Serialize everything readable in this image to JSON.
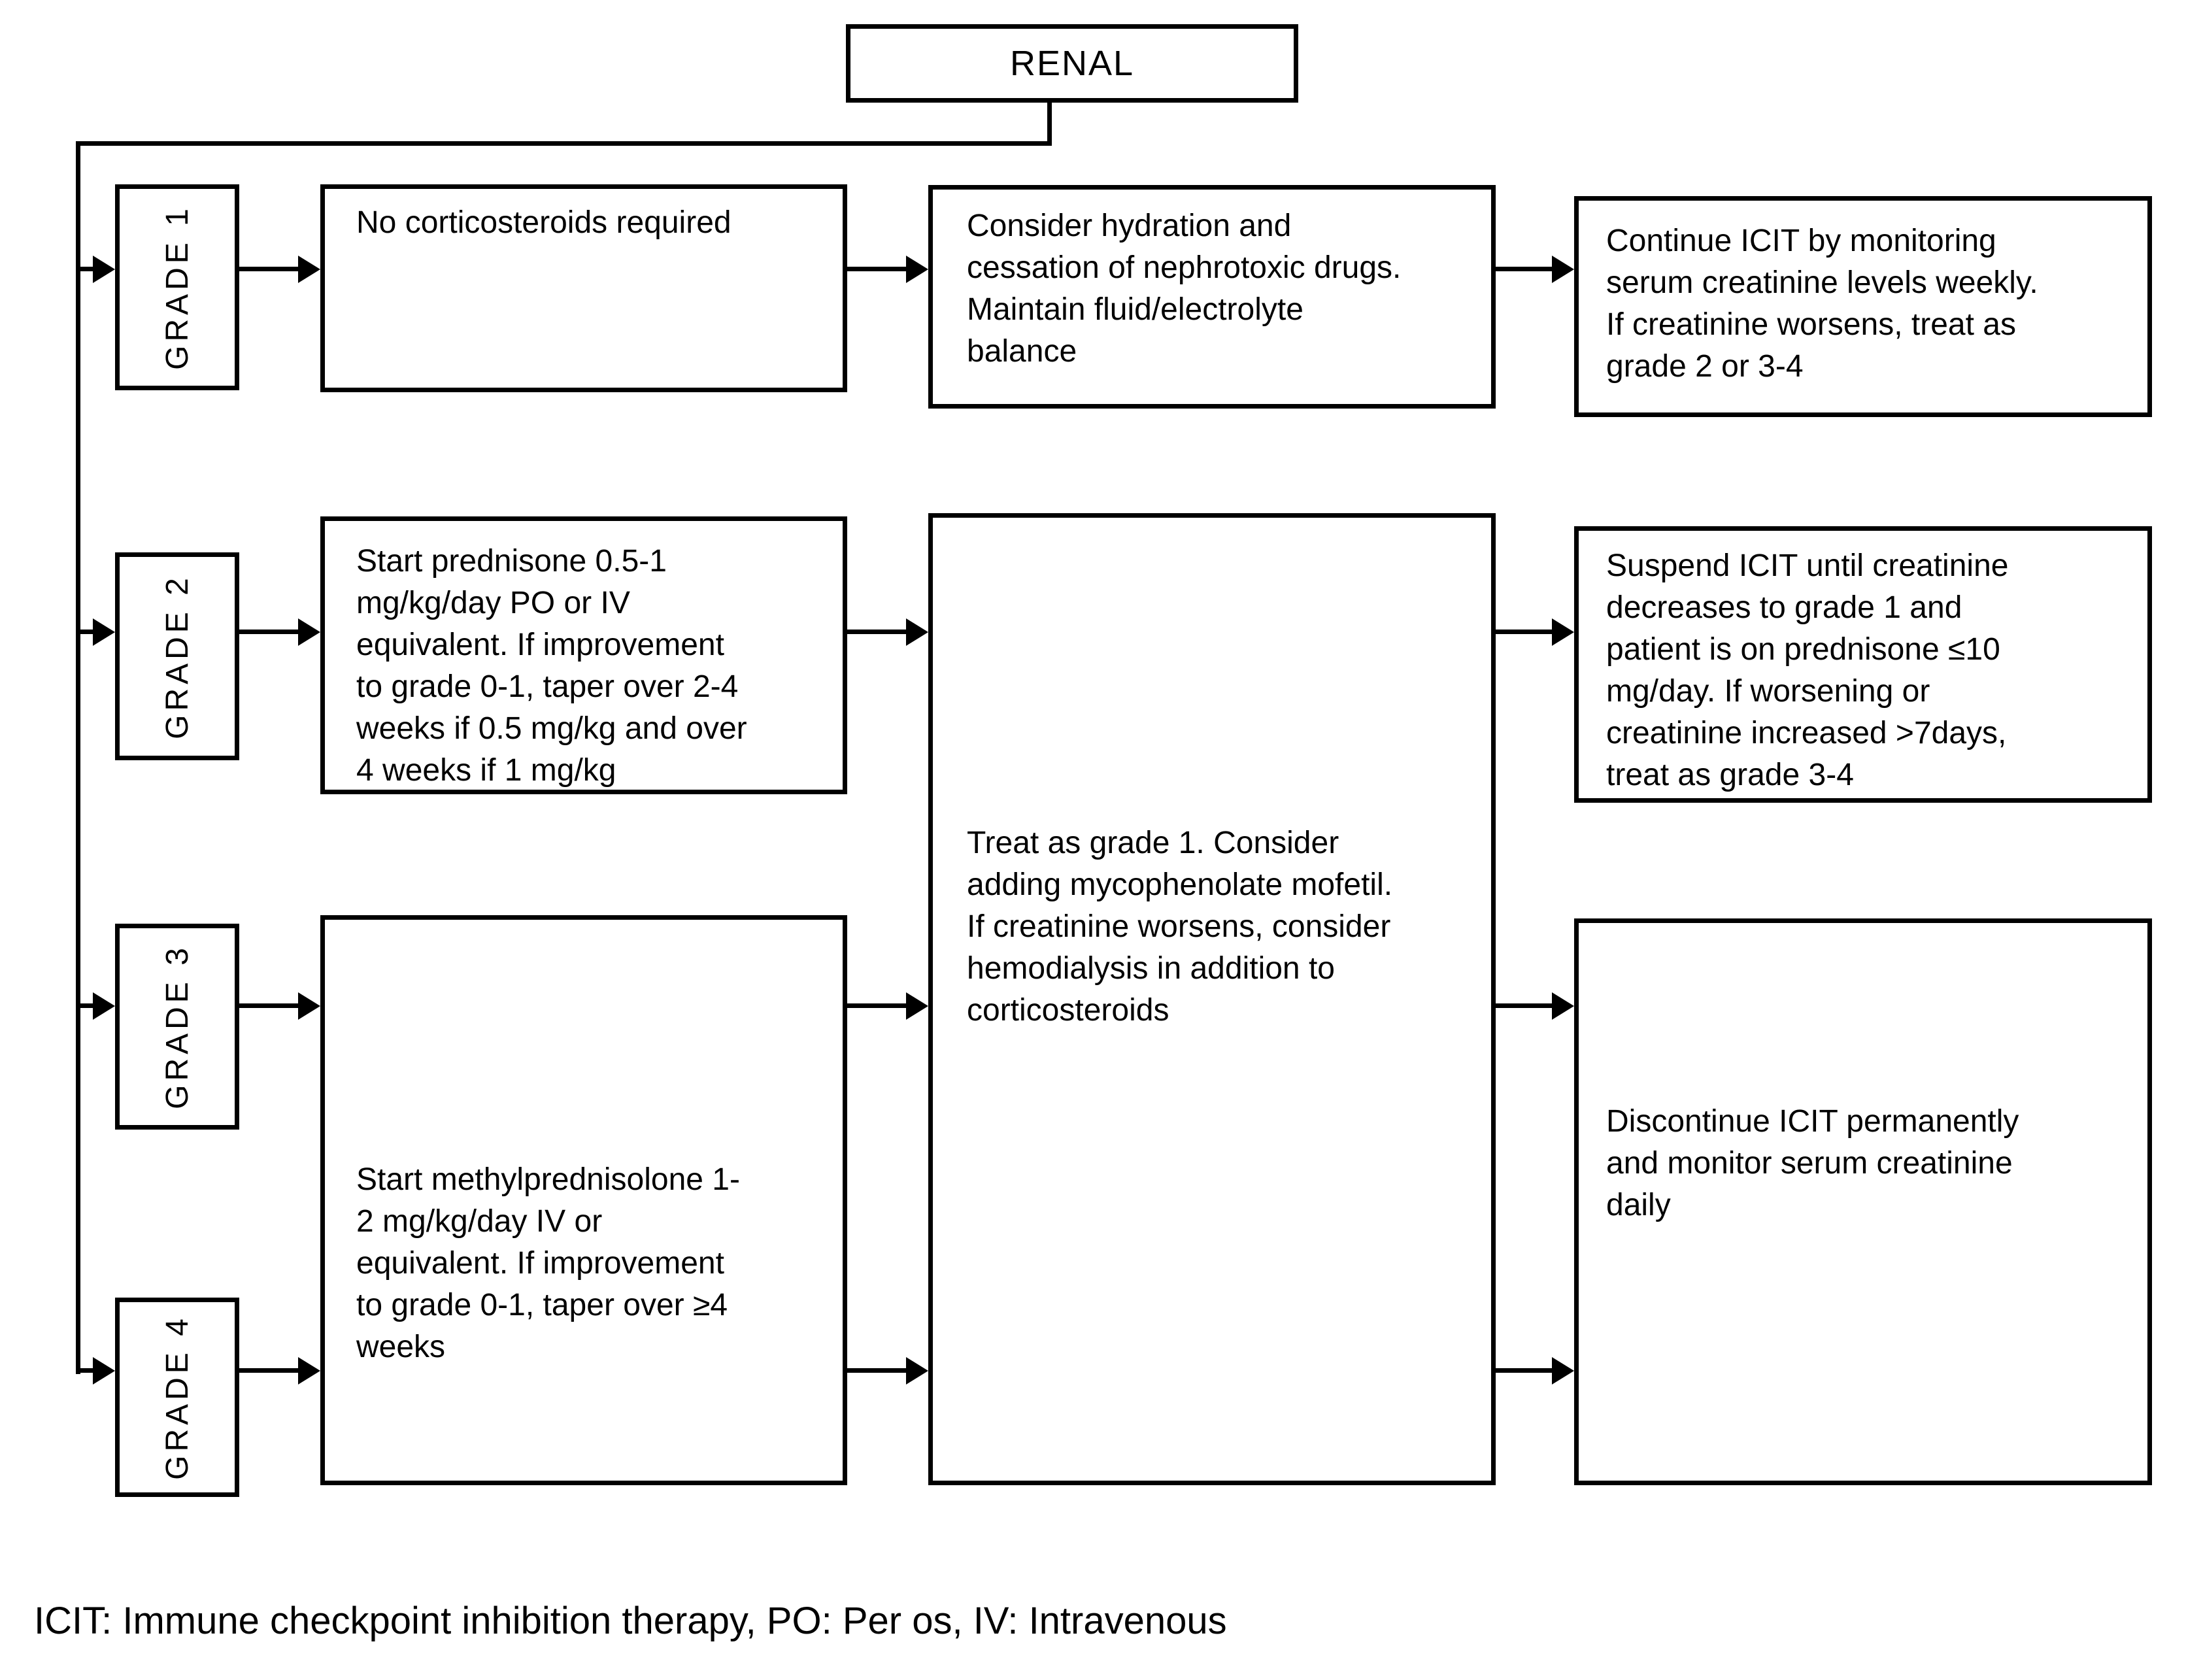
{
  "root": {
    "label": "RENAL"
  },
  "grades": [
    {
      "label": "GRADE 1"
    },
    {
      "label": "GRADE 2"
    },
    {
      "label": "GRADE 3"
    },
    {
      "label": "GRADE 4"
    }
  ],
  "nodes": {
    "g1_treatment": "No corticosteroids required",
    "g1_supportive": "Consider hydration and\ncessation of nephrotoxic drugs.\nMaintain fluid/electrolyte\nbalance",
    "g1_monitoring": "Continue ICIT by monitoring\nserum creatinine levels weekly.\nIf creatinine worsens, treat as\ngrade 2 or 3-4",
    "g2_treatment": "Start prednisone 0.5-1\nmg/kg/day PO or IV\nequivalent. If improvement\nto grade 0-1, taper over 2-4\nweeks if 0.5 mg/kg and over\n4 weeks if 1 mg/kg",
    "g2_4_escalation": "Treat as grade 1. Consider\nadding mycophenolate mofetil.\nIf creatinine worsens, consider\nhemodialysis in addition to\ncorticosteroids",
    "g2_monitoring": "Suspend ICIT until creatinine\ndecreases to grade 1 and\npatient is on prednisone ≤10\nmg/day. If worsening or\ncreatinine increased >7days,\ntreat as grade 3-4",
    "g3_4_treatment": "Start methylprednisolone 1-\n2 mg/kg/day IV or\nequivalent. If improvement\nto grade 0-1, taper over ≥4\nweeks",
    "g3_4_monitoring": "Discontinue ICIT permanently\nand monitor serum creatinine\ndaily"
  },
  "legend": "ICIT: Immune checkpoint inhibition therapy, PO: Per os, IV: Intravenous",
  "colors": {
    "ink": "#000000",
    "paper": "#ffffff"
  }
}
